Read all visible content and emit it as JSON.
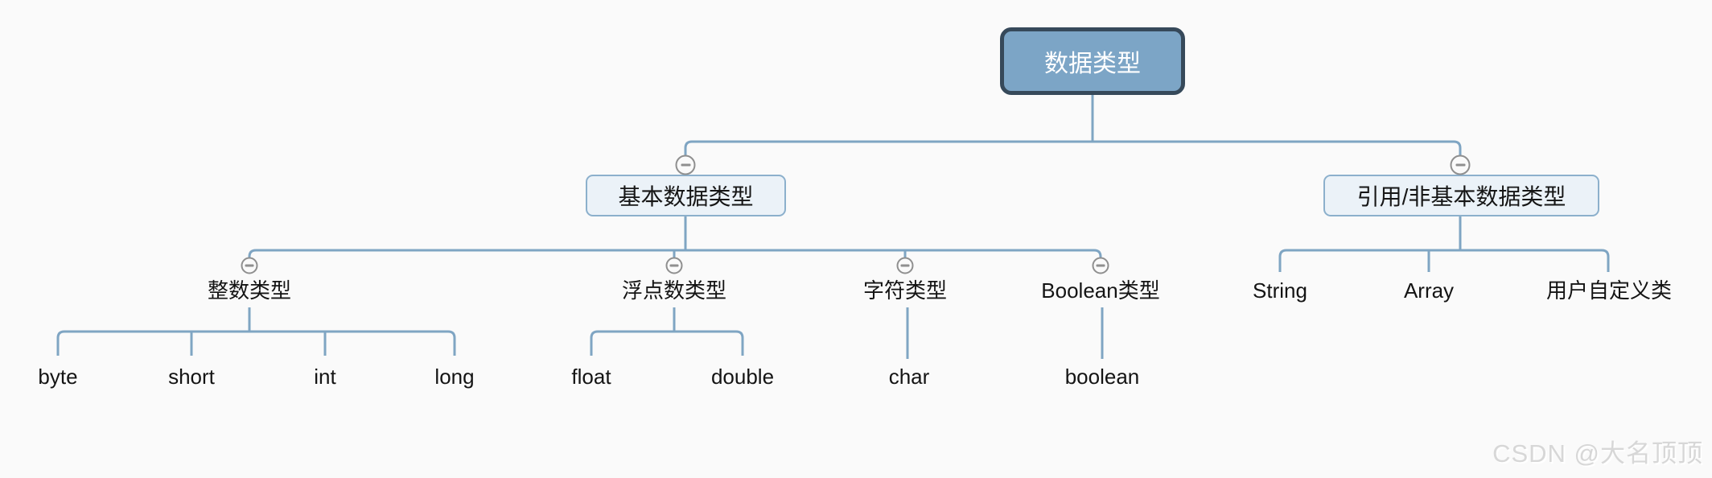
{
  "diagram": {
    "root": {
      "label": "数据类型"
    },
    "branches": [
      {
        "label": "基本数据类型",
        "children": [
          {
            "label": "整数类型",
            "children": [
              {
                "label": "byte"
              },
              {
                "label": "short"
              },
              {
                "label": "int"
              },
              {
                "label": "long"
              }
            ]
          },
          {
            "label": "浮点数类型",
            "children": [
              {
                "label": "float"
              },
              {
                "label": "double"
              }
            ]
          },
          {
            "label": "字符类型",
            "children": [
              {
                "label": "char"
              }
            ]
          },
          {
            "label": "Boolean类型",
            "children": [
              {
                "label": "boolean"
              }
            ]
          }
        ]
      },
      {
        "label": "引用/非基本数据类型",
        "children": [
          {
            "label": "String"
          },
          {
            "label": "Array"
          },
          {
            "label": "用户自定义类"
          }
        ]
      }
    ]
  },
  "icons": {
    "collapse": "minus-in-circle"
  },
  "colors": {
    "background": "#fafafa",
    "root_fill": "#7ca5c6",
    "root_border": "#36495a",
    "branch_fill": "#ebf2f8",
    "branch_border": "#8cb0cc",
    "connector_line": "#7fa5c3",
    "collapse_icon": "#8f8f8f",
    "watermark_text": "#d7d7d7"
  },
  "watermark": {
    "text": "CSDN @大名顶顶"
  }
}
